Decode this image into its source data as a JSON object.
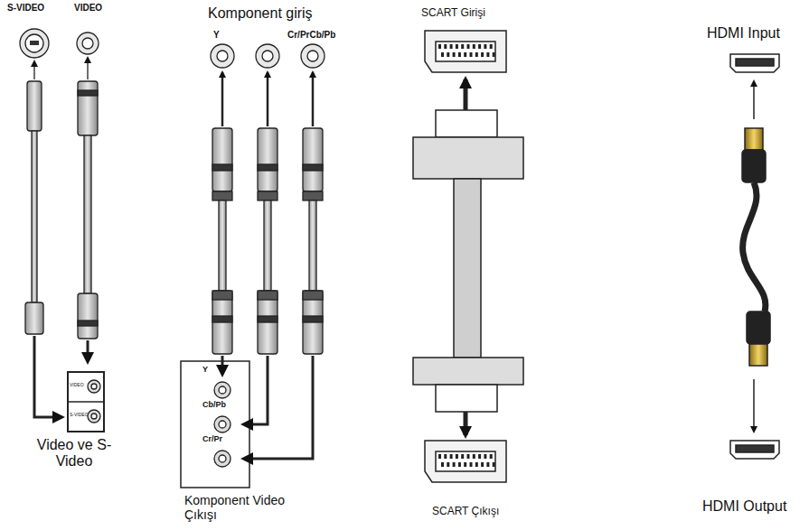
{
  "diagram": {
    "labels": [
      "S-VIDEO",
      "VIDEO",
      "VIDEO",
      "S-VIDEO",
      "Video ve S-Video",
      "Komponent giriş",
      "Y",
      "Cr/PrCb/Pb",
      "Y",
      "Cb/Pb",
      "Cr/Pr",
      "Komponent Video Çıkışı",
      "SCART Girişi",
      "SCART Çıkışı",
      "HDMI Input",
      "HDMI Output"
    ]
  }
}
